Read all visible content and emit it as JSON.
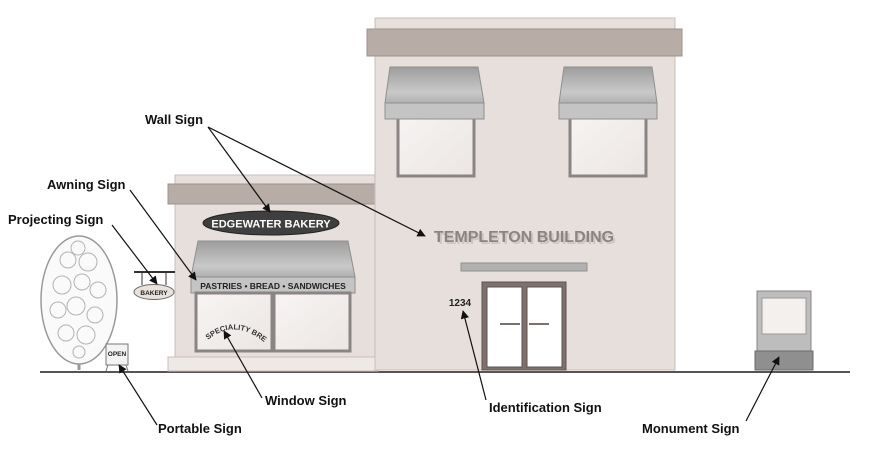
{
  "callouts": {
    "wall_sign": "Wall Sign",
    "awning_sign": "Awning Sign",
    "projecting_sign": "Projecting Sign",
    "window_sign": "Window Sign",
    "portable_sign": "Portable Sign",
    "identification_sign": "Identification Sign",
    "monument_sign": "Monument Sign"
  },
  "signs": {
    "bakery_wall": "EDGEWATER BAKERY",
    "awning_text": "PASTRIES • BREAD • SANDWICHES",
    "projecting": "BAKERY",
    "window": "SPECIALITY BREADS",
    "portable": "OPEN",
    "building_name": "TEMPLETON BUILDING",
    "address_number": "1234"
  },
  "colors": {
    "wall": "#e6dfdb",
    "trim": "#b8aca6",
    "awning": "#b5b5b5",
    "window_frame": "#8a8484",
    "door": "#7d706d",
    "oval_sign": "#3f3f3f",
    "ground": "#555555"
  }
}
